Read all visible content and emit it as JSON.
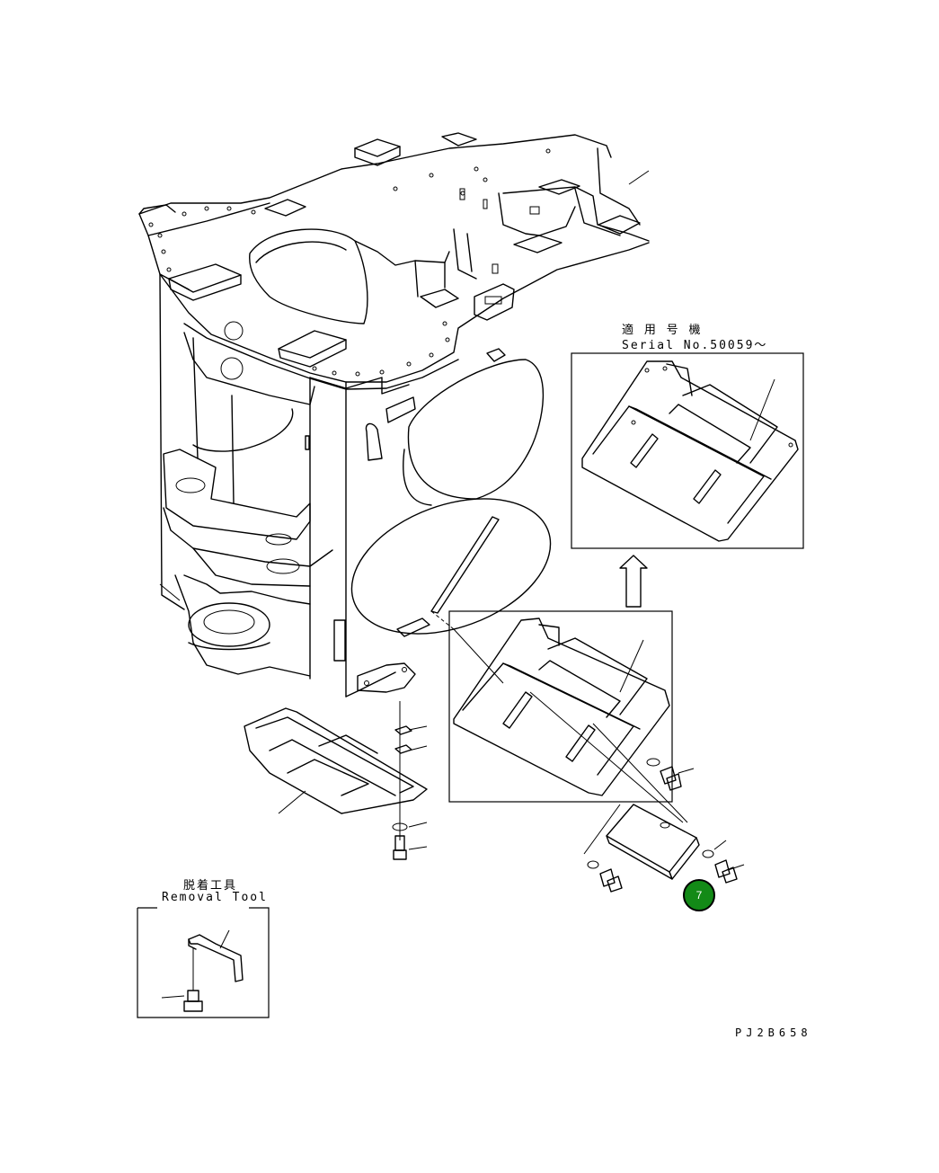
{
  "serial_note": {
    "jp": "適 用 号 機",
    "en": "Serial No.50059〜"
  },
  "removal_tool": {
    "jp": "脱着工具",
    "en": "Removal Tool"
  },
  "callout": {
    "number": "7",
    "color": "#138a17"
  },
  "drawing_code": "PJ2B658"
}
